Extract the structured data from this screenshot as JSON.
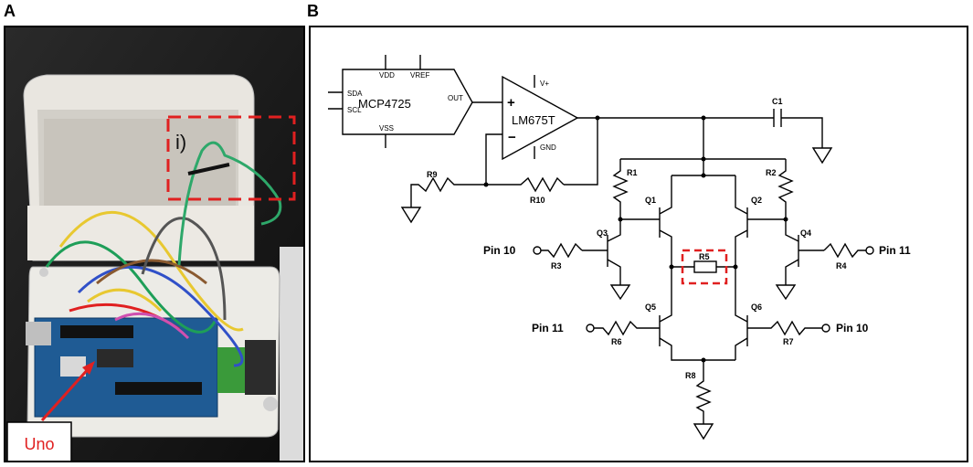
{
  "panels": {
    "a": "A",
    "b": "B"
  },
  "photo": {
    "callout_i": "i)",
    "board_label": "Uno"
  },
  "schematic": {
    "dac": {
      "name": "MCP4725",
      "pins": [
        "VDD",
        "VREF",
        "SDA",
        "SCL",
        "OUT",
        "VSS"
      ]
    },
    "opamp": {
      "name": "LM675T",
      "plus": "+",
      "minus": "−",
      "vplus": "V+",
      "gnd": "GND"
    },
    "capacitor": "C1",
    "resistors": {
      "r1": "R1",
      "r2": "R2",
      "r3": "R3",
      "r4": "R4",
      "r5": "R5",
      "r6": "R6",
      "r7": "R7",
      "r8": "R8",
      "r9": "R9",
      "r10": "R10"
    },
    "transistors": {
      "q1": "Q1",
      "q2": "Q2",
      "q3": "Q3",
      "q4": "Q4",
      "q5": "Q5",
      "q6": "Q6"
    },
    "pins": {
      "q3_in": "Pin 10",
      "q4_in": "Pin 11",
      "q5_in": "Pin 11",
      "q6_in": "Pin 10"
    }
  },
  "colors": {
    "highlight": "#e02020",
    "wire": "#000000"
  }
}
